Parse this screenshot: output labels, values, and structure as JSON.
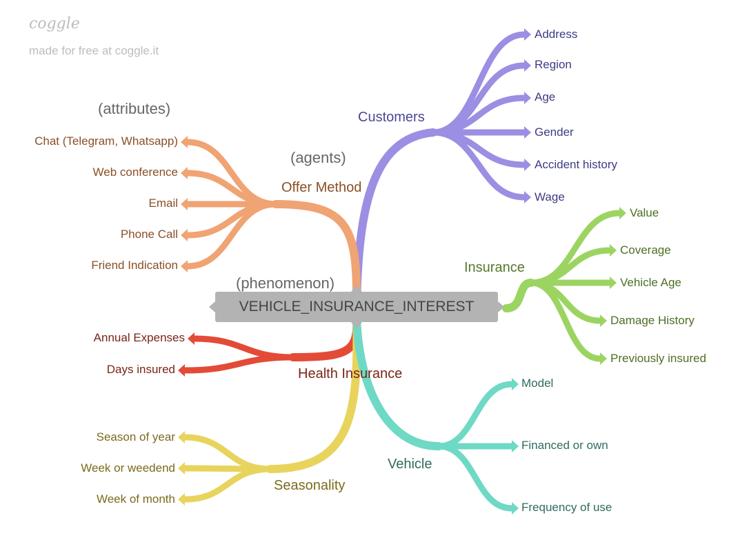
{
  "branding": {
    "logo": "coggle",
    "tagline": "made for free at coggle.it"
  },
  "annotations": {
    "attributes": "(attributes)",
    "agents": "(agents)",
    "phenomenon": "(phenomenon)"
  },
  "center": {
    "label": "VEHICLE_INSURANCE_INTEREST"
  },
  "branches": {
    "customers": {
      "label": "Customers",
      "color": "#9b8fe3",
      "items": [
        "Address",
        "Region",
        "Age",
        "Gender",
        "Accident history",
        "Wage"
      ]
    },
    "offer_method": {
      "label": "Offer Method",
      "color": "#f0a373",
      "items": [
        "Chat (Telegram, Whatsapp)",
        "Web conference",
        "Email",
        "Phone Call",
        "Friend Indication"
      ]
    },
    "insurance": {
      "label": "Insurance",
      "color": "#9cd462",
      "items": [
        "Value",
        "Coverage",
        "Vehicle Age",
        "Damage History",
        "Previously insured"
      ]
    },
    "health_insurance": {
      "label": "Health Insurance",
      "color": "#e34b37",
      "items": [
        "Annual Expenses",
        "Days insured"
      ]
    },
    "seasonality": {
      "label": "Seasonality",
      "color": "#e8d45d",
      "items": [
        "Season of year",
        "Week or weedend",
        "Week of month"
      ]
    },
    "vehicle": {
      "label": "Vehicle",
      "color": "#6ed9c4",
      "items": [
        "Model",
        "Financed or own",
        "Frequency of use"
      ]
    }
  }
}
